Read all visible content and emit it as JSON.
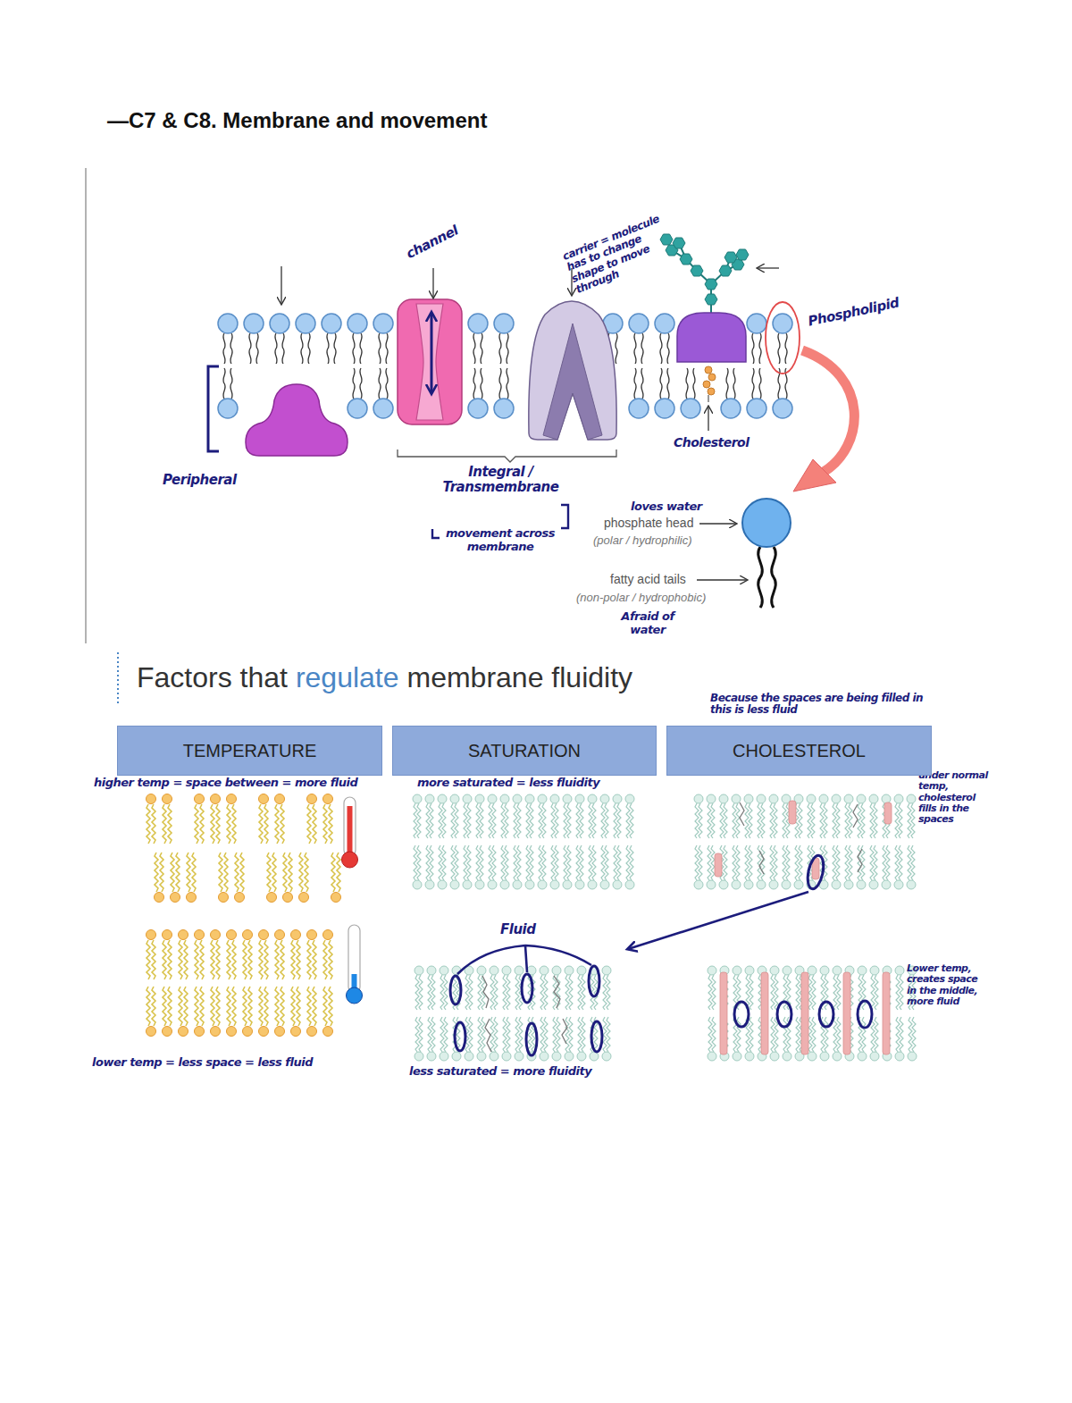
{
  "diagram": {
    "title": "—C7 & C8. Membrane and movement",
    "nodes": [
      {
        "text": [
          "TEMPERATURE"
        ]
      },
      {
        "text": [
          "SATURATION"
        ]
      },
      {
        "text": [
          "CHOLESTEROL"
        ]
      }
    ],
    "labels": [
      "channel",
      "carrier = molecule has to change shape to move through",
      "Phospholipid",
      "Cholesterol",
      "Peripheral",
      "Integral / Transmembrane",
      "movement across membrane",
      "loves water",
      "phosphate head",
      "(polar / hydrophilic)",
      "fatty acid tails",
      "(non-polar / hydrophobic)",
      "Afraid of water",
      "Factors that",
      "regulate",
      "membrane fluidity",
      "Because the spaces are being filled in this is less fluid",
      "higher temp = space between = more fluid",
      "more saturated = less fluidity",
      "under normal temp, cholesterol fills in the spaces",
      "Fluid",
      "Lower temp, creates space in the middle, more fluid",
      "lower temp = less space = less fluid",
      "less saturated = more fluidity"
    ]
  }
}
